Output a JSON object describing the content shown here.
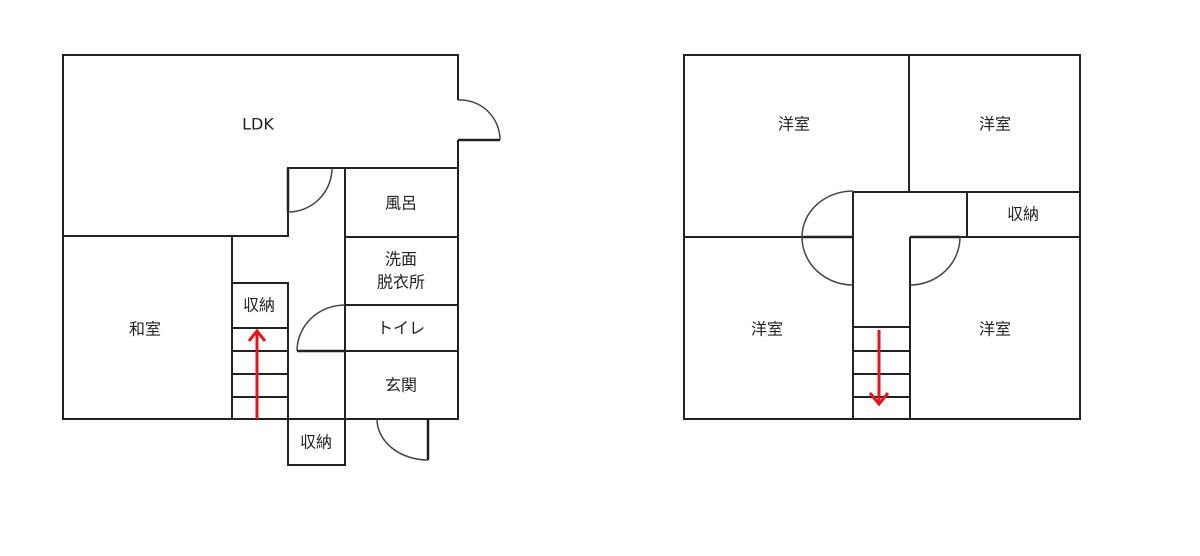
{
  "floor1": {
    "rooms": {
      "ldk": "LDK",
      "washitsu": "和室",
      "storage_stair": "収納",
      "bath": "風呂",
      "washroom_line1": "洗面",
      "washroom_line2": "脱衣所",
      "toilet": "トイレ",
      "entrance": "玄関",
      "storage_entrance": "収納"
    },
    "stair_direction": "up"
  },
  "floor2": {
    "rooms": {
      "youshitsu_nw": "洋室",
      "youshitsu_ne": "洋室",
      "youshitsu_sw": "洋室",
      "youshitsu_se": "洋室",
      "storage": "収納"
    },
    "stair_direction": "down"
  },
  "colors": {
    "wall": "#222222",
    "arrow": "#e8141b"
  }
}
